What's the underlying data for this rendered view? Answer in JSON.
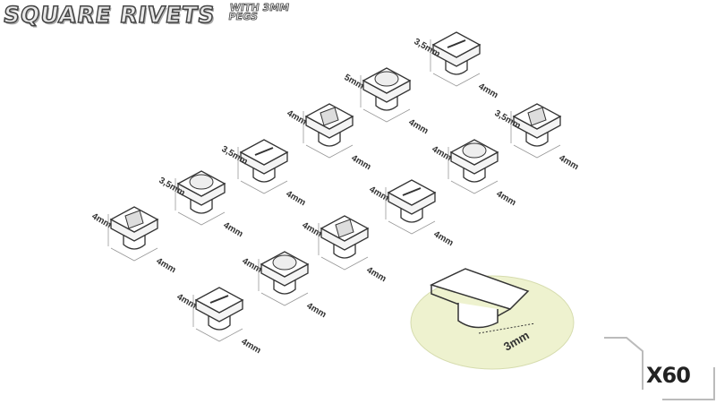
{
  "title": "SQUARE RIVETS",
  "subtitle_line1": "WITH 3MM",
  "subtitle_line2": "PEGS",
  "count": "X60",
  "rivets": [
    {
      "height": "4mm",
      "width": "4mm"
    },
    {
      "height": "3,5mm",
      "width": "4mm"
    },
    {
      "height": "3,5mm",
      "width": "4mm"
    },
    {
      "height": "4mm",
      "width": "4mm"
    },
    {
      "height": "5mm",
      "width": "4mm"
    },
    {
      "height": "3,5mm",
      "width": "4mm"
    },
    {
      "height": "3,5mm",
      "width": "4mm"
    },
    {
      "height": "4mm",
      "width": "4mm"
    },
    {
      "height": "4mm",
      "width": "4mm"
    },
    {
      "height": "4mm",
      "width": "4mm"
    },
    {
      "height": "4mm",
      "width": "4mm"
    },
    {
      "height": "4mm",
      "width": "4mm"
    }
  ],
  "detail": {
    "peg_label": "3mm",
    "circle_color": "#eef2cf"
  }
}
